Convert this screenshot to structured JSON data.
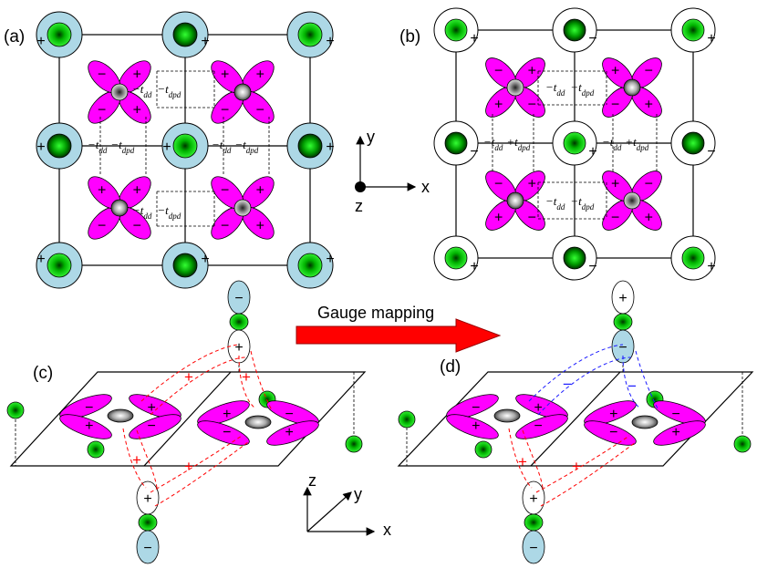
{
  "panels": {
    "a": "(a)",
    "b": "(b)",
    "c": "(c)",
    "d": "(d)"
  },
  "axes_top": {
    "x": "x",
    "y": "y",
    "z": "z"
  },
  "axes_bottom": {
    "x": "x",
    "y": "y",
    "z": "z"
  },
  "gauge_arrow_label": "Gauge mapping",
  "signs": {
    "plus": "+",
    "minus": "−"
  },
  "hopping": {
    "a": {
      "t_dd": "−t",
      "dd": "dd",
      "t_dpd": "−t",
      "dpd": "dpd"
    },
    "b": {
      "t_dd": "−t",
      "dd": "dd",
      "t_dpd": "+t",
      "dpd": "dpd"
    }
  },
  "colors": {
    "d_orbital": "#ff00ff",
    "p_orbital_green": "#00cc00",
    "s_orbital_light": "#add8e6",
    "bond_red": "#ff0000",
    "bond_blue": "#1a1aff",
    "gauge_arrow": "#ff0000"
  }
}
